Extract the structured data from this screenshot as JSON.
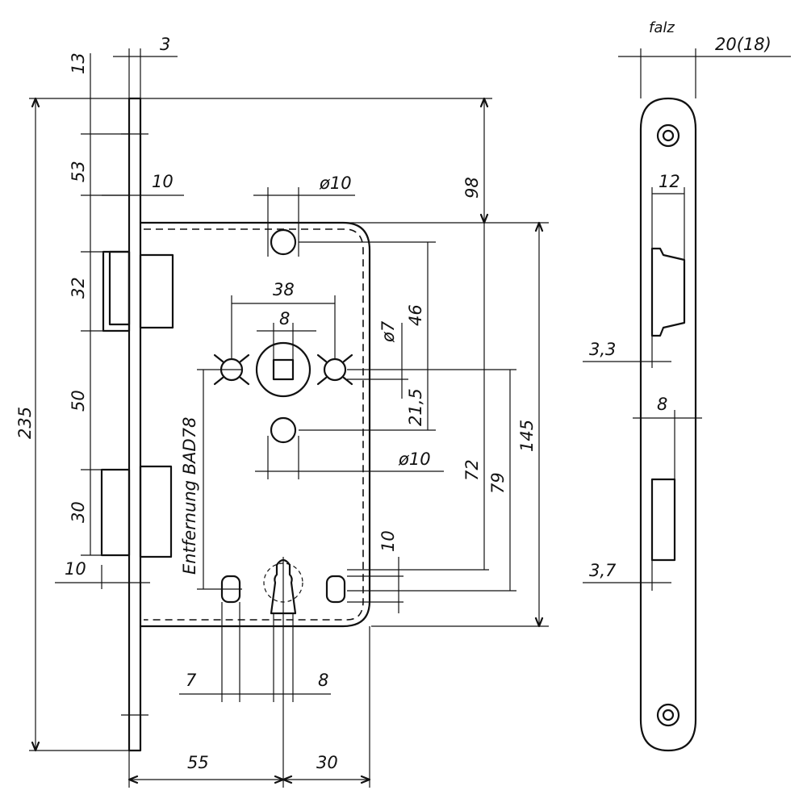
{
  "drawing": {
    "front_dims": {
      "d13": "13",
      "d3": "3",
      "d53": "53",
      "d10_top": "10",
      "d32": "32",
      "d50": "50",
      "d30_left": "30",
      "d10_left": "10",
      "d235": "235",
      "d98": "98",
      "d145": "145",
      "d72": "72",
      "d79": "79",
      "d46": "46",
      "d21_5": "21,5",
      "d10_right": "10",
      "d55": "55",
      "d30_bottom": "30",
      "d7": "7",
      "d8_bottom": "8",
      "d38": "38",
      "d8_top": "8",
      "phi10_top": "ø10",
      "phi7": "ø7",
      "phi10_mid": "ø10"
    },
    "vertical_label": "Entfernung BAD78",
    "side_dims": {
      "falz": "falz",
      "d20_18": "20(18)",
      "d12": "12",
      "d3_3": "3,3",
      "d8": "8",
      "d3_7": "3,7"
    }
  }
}
